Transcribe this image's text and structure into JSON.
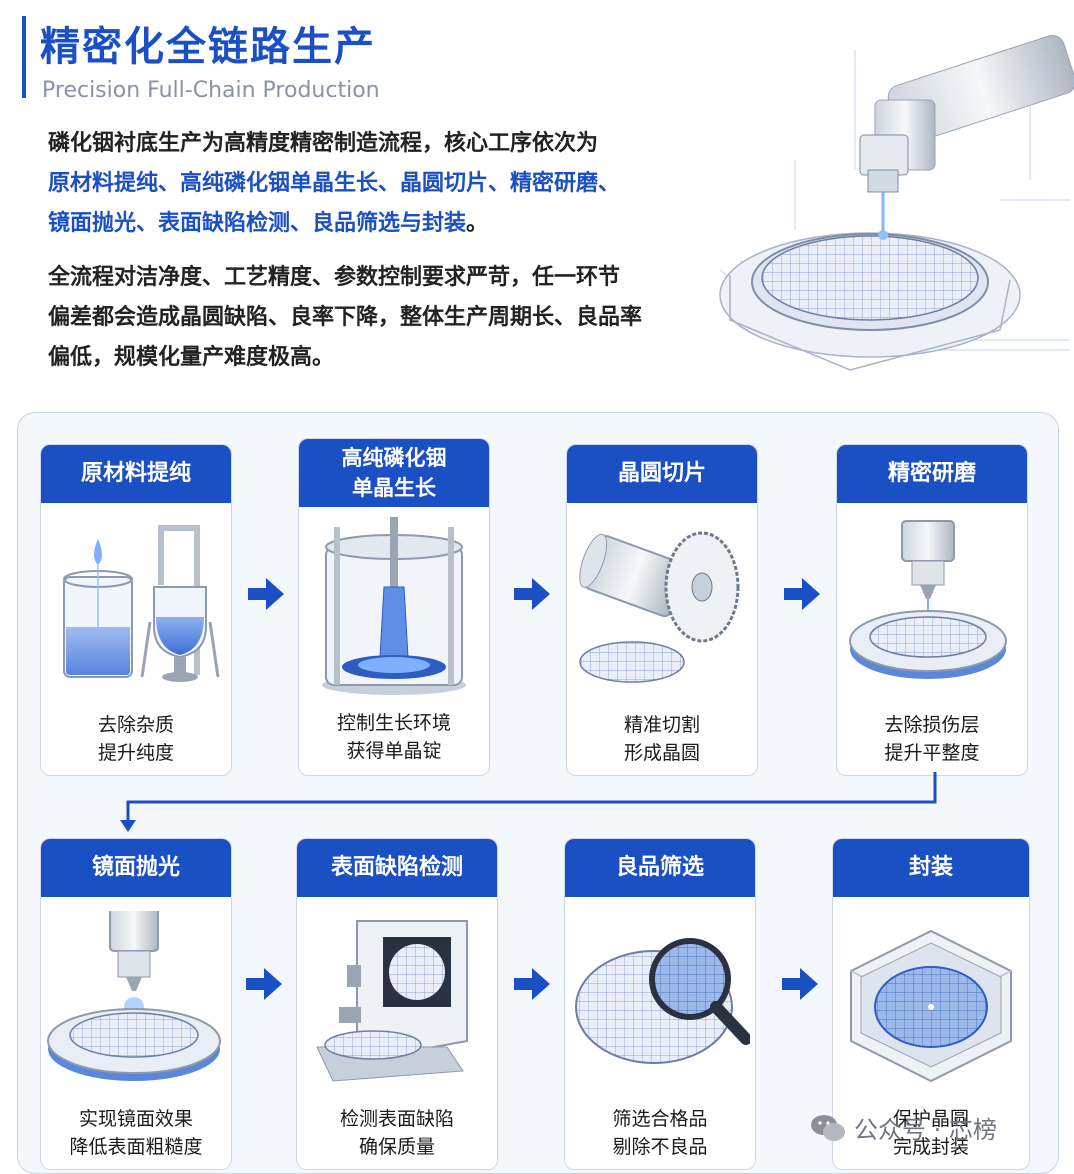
{
  "title": {
    "zh": "精密化全链路生产",
    "en": "Precision Full-Chain Production"
  },
  "intro": {
    "p1_line1": "磷化铟衬底生产为高精度精密制造流程，核心工序依次为",
    "p1_line2": "原材料提纯、高纯磷化铟单晶生长、晶圆切片、精密研磨、",
    "p1_line3_hl": "镜面抛光、表面缺陷检测、良品筛选与封装",
    "p1_line3_end": "。",
    "p2_line1": "全流程对洁净度、工艺精度、参数控制要求严苛，任一环节",
    "p2_line2": "偏差都会造成晶圆缺陷、良率下降，整体生产周期长、良品率",
    "p2_line3": "偏低，规模化量产难度极高。"
  },
  "steps": [
    {
      "title": "原材料提纯",
      "desc1": "去除杂质",
      "desc2": "提升纯度"
    },
    {
      "title_line1": "高纯磷化铟",
      "title_line2": "单晶生长",
      "desc1": "控制生长环境",
      "desc2": "获得单晶锭"
    },
    {
      "title": "晶圆切片",
      "desc1": "精准切割",
      "desc2": "形成晶圆"
    },
    {
      "title": "精密研磨",
      "desc1": "去除损伤层",
      "desc2": "提升平整度"
    },
    {
      "title": "镜面抛光",
      "desc1": "实现镜面效果",
      "desc2": "降低表面粗糙度"
    },
    {
      "title": "表面缺陷检测",
      "desc1": "检测表面缺陷",
      "desc2": "确保质量"
    },
    {
      "title": "良品筛选",
      "desc1": "筛选合格品",
      "desc2": "剔除不良品"
    },
    {
      "title": "封装",
      "desc1": "保护晶圆",
      "desc2": "完成封装"
    }
  ],
  "watermark": "公众号 · 芯榜",
  "colors": {
    "accent": "#1b4fc4",
    "panel_bg": "#f4f7fc",
    "wafer": "#4a7fe0"
  },
  "icons": [
    "purification-beakers-icon",
    "crystal-growth-furnace-icon",
    "wafer-slicing-saw-icon",
    "grinding-machine-icon",
    "polishing-machine-icon",
    "inspection-station-icon",
    "magnifier-wafer-icon",
    "wafer-package-icon",
    "arrow-right-icon",
    "wechat-icon"
  ]
}
